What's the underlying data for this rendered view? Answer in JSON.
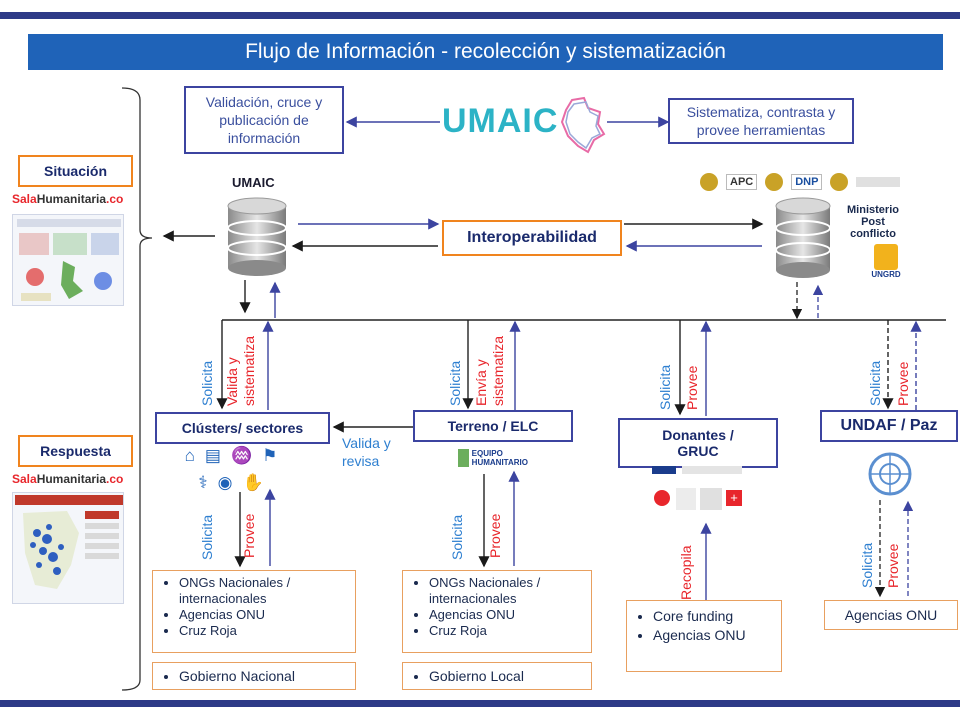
{
  "title": "Flujo de Información - recolección y sistematización",
  "left_labels": {
    "situacion": "Situación",
    "respuesta": "Respuesta"
  },
  "sala_logo": {
    "sala": "Sala",
    "humanitaria": "Humanitaria",
    "co": ".co"
  },
  "top_left_box": "Validación, cruce y publicación de información",
  "top_right_box": "Sistematiza, contrasta  y provee herramientas",
  "umaic_logo": "UMAIC",
  "umaic_db_label": "UMAIC",
  "interop": "Interoperabilidad",
  "ministerio": "Ministerio Post conflicto",
  "right_logos": [
    "APC",
    "DNP",
    "UNGRD"
  ],
  "clusters": "Clústers/  sectores",
  "terreno": "Terreno  / ELC",
  "donantes": "Donantes  /  GRUC",
  "undaf": "UNDAF / Paz",
  "valida_revisa": "Valida y revisa",
  "equipo_logo": "EQUIPO HUMANITARIO",
  "vertical_labels": {
    "solicita": "Solicita",
    "valida_sistematiza": "Valida y sistematiza",
    "envia_sistematiza": "Envía y sistematiza",
    "provee": "Provee",
    "recopila": "Recopila"
  },
  "list_ongs": [
    "ONGs Nacionales / internacionales",
    "Agencias ONU",
    "Cruz Roja"
  ],
  "gobierno_nacional": "Gobierno Nacional",
  "gobierno_local": "Gobierno Local",
  "donor_list": [
    "Core funding",
    "Agencias ONU"
  ],
  "agencias_onu": "Agencias ONU",
  "colors": {
    "accent": "#1f63b8",
    "bar": "#2e3a87",
    "orange": "#f0841e",
    "red": "#e8262c",
    "blue_text": "#2e7fd0"
  }
}
